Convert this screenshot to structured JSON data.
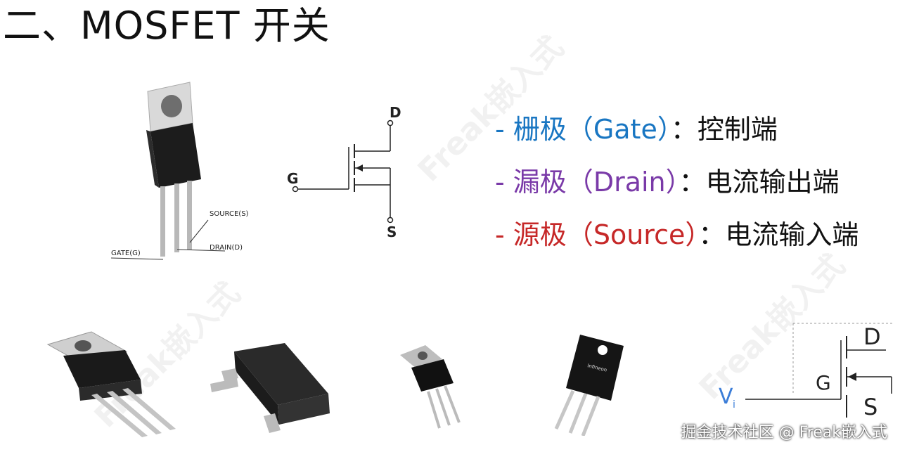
{
  "title": "二、MOSFET 开关",
  "terminals": [
    {
      "dash": "- ",
      "name": "栅极",
      "paren_open": "（",
      "en": "Gate",
      "paren_close": "）",
      "colon": "：",
      "desc": "控制端",
      "color": "#1976c2"
    },
    {
      "dash": "- ",
      "name": "漏极",
      "paren_open": "（",
      "en": "Drain",
      "paren_close": "）",
      "colon": "：",
      "desc": "电流输出端",
      "color": "#7a3aa8"
    },
    {
      "dash": "- ",
      "name": "源极",
      "paren_open": "（",
      "en": "Source",
      "paren_close": "）",
      "colon": "：",
      "desc": "电流输入端",
      "color": "#c62828"
    }
  ],
  "package_labels": {
    "source": "SOURCE(S)",
    "drain": "DRAIN(D)",
    "gate": "GATE(G)"
  },
  "symbol_labels": {
    "d": "D",
    "g": "G",
    "s": "S"
  },
  "circuit_labels": {
    "d": "D",
    "g": "G",
    "s": "S",
    "vi": "V",
    "vi_sub": "i"
  },
  "chip_marking": "Infineon",
  "watermark": "掘金技术社区 @ Freak嵌入式"
}
